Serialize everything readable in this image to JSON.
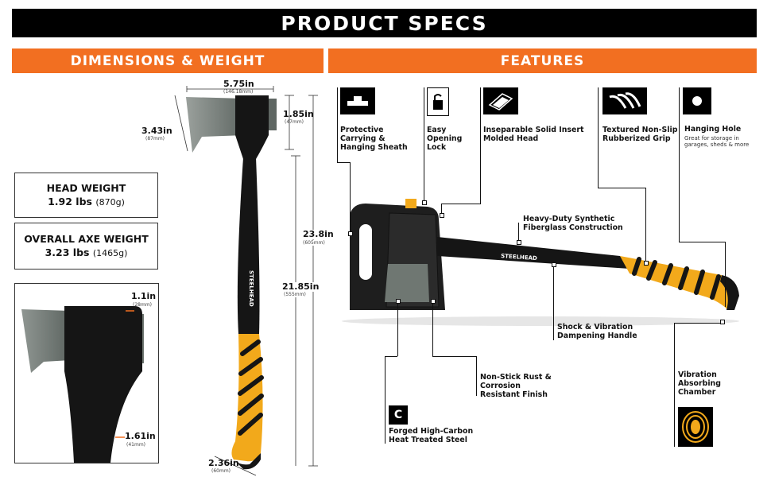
{
  "title": "PRODUCT SPECS",
  "sections": {
    "dimensions": "DIMENSIONS & WEIGHT",
    "features": "FEATURES"
  },
  "weights": {
    "head_label": "HEAD WEIGHT",
    "head_value": "1.92 lbs",
    "head_metric": "(870g)",
    "overall_label": "OVERALL AXE WEIGHT",
    "overall_value": "3.23 lbs",
    "overall_metric": "(1465g)"
  },
  "dimensions": {
    "head_width": "5.75in",
    "head_width_mm": "(146.18mm)",
    "head_height": "3.43in",
    "head_height_mm": "(87mm)",
    "head_depth": "1.85in",
    "head_depth_mm": "(47mm)",
    "overall_length": "23.8in",
    "overall_length_mm": "(605mm)",
    "handle_length": "21.85in",
    "handle_length_mm": "(555mm)",
    "grip_width": "2.36in",
    "grip_width_mm": "(60mm)",
    "blade_thickness": "1.1in",
    "blade_thickness_mm": "(28mm)",
    "neck_thickness": "1.61in",
    "neck_thickness_mm": "(41mm)"
  },
  "brand": "STEELHEAD",
  "features": {
    "sheath": "Protective Carrying & Hanging Sheath",
    "lock": "Easy Opening Lock",
    "insert": "Inseparable Solid Insert Molded Head",
    "grip": "Textured Non-Slip Rubberized Grip",
    "hole": "Hanging Hole",
    "hole_sub": "Great for storage in garages, sheds & more",
    "fiberglass": "Heavy-Duty Synthetic Fiberglass Construction",
    "dampening": "Shock & Vibration Dampening Handle",
    "finish": "Non-Stick Rust & Corrosion Resistant Finish",
    "steel": "Forged High-Carbon Heat Treated Steel",
    "chamber": "Vibration Absorbing Chamber"
  },
  "icons": [
    "sheath-icon",
    "lock-icon",
    "insert-icon",
    "grip-icon",
    "hole-icon",
    "steel-icon",
    "chamber-icon"
  ],
  "colors": {
    "orange": "#f26f21",
    "black": "#000000",
    "yellow": "#f2a91b"
  }
}
